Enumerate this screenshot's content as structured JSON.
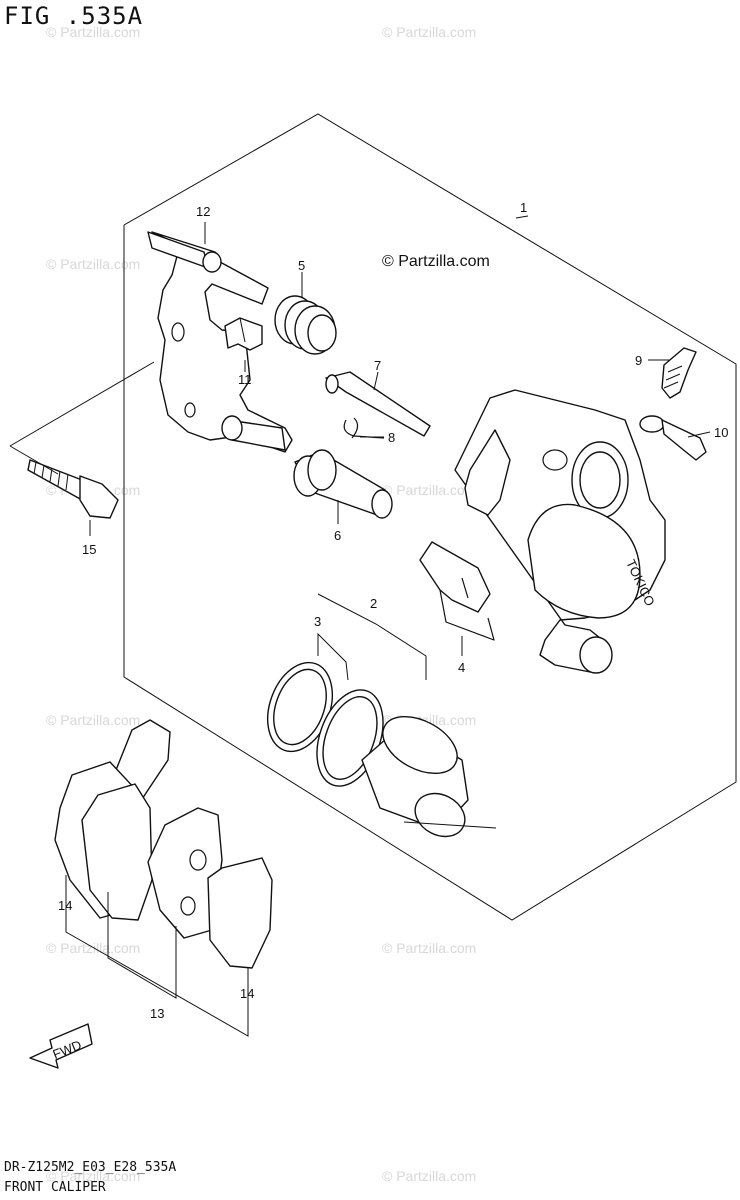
{
  "figure": {
    "title": "FIG .535A"
  },
  "watermark": {
    "text": "© Partzilla.com",
    "main_text": "© Partzilla.com"
  },
  "footer": {
    "model_code": "DR-Z125M2_E03_E28_535A",
    "caption": "FRONT CALIPER"
  },
  "fwd_badge": {
    "text": "FWD"
  },
  "callouts": [
    {
      "id": "c1",
      "label": "1"
    },
    {
      "id": "c2",
      "label": "2"
    },
    {
      "id": "c3",
      "label": "3"
    },
    {
      "id": "c4",
      "label": "4"
    },
    {
      "id": "c5",
      "label": "5"
    },
    {
      "id": "c6",
      "label": "6"
    },
    {
      "id": "c7",
      "label": "7"
    },
    {
      "id": "c8",
      "label": "8"
    },
    {
      "id": "c9",
      "label": "9"
    },
    {
      "id": "c10",
      "label": "10"
    },
    {
      "id": "c11",
      "label": "11"
    },
    {
      "id": "c12",
      "label": "12"
    },
    {
      "id": "c13",
      "label": "13"
    },
    {
      "id": "c14a",
      "label": "14"
    },
    {
      "id": "c14b",
      "label": "14"
    },
    {
      "id": "c15",
      "label": "15"
    }
  ],
  "caliper_brand": "TOKICO"
}
